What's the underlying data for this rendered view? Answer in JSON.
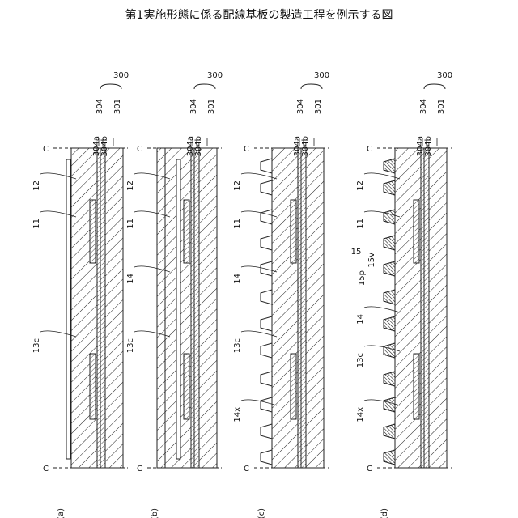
{
  "figure": {
    "title": "第1実施形態に係る配線基板の製造工程を例示する図"
  },
  "panels": [
    {
      "caption": "(a)",
      "cut_label": "C",
      "top_labels": {
        "layer_304": "304",
        "group_300": "300",
        "layer_304a": "304a",
        "layer_304b": "304b",
        "layer_301": "301"
      },
      "side_labels": [
        "12",
        "11",
        "13c"
      ]
    },
    {
      "caption": "(b)",
      "cut_label": "C",
      "top_labels": {
        "layer_304": "304",
        "group_300": "300",
        "layer_304a": "304a",
        "layer_304b": "304b",
        "layer_301": "301"
      },
      "side_labels": [
        "12",
        "11",
        "14",
        "13c"
      ]
    },
    {
      "caption": "(c)",
      "cut_label": "C",
      "top_labels": {
        "layer_304": "304",
        "group_300": "300",
        "layer_304a": "304a",
        "layer_304b": "304b",
        "layer_301": "301"
      },
      "side_labels": [
        "12",
        "11",
        "14",
        "13c",
        "14x"
      ]
    },
    {
      "caption": "(d)",
      "cut_label": "C",
      "top_labels": {
        "layer_304": "304",
        "group_300": "300",
        "layer_304a": "304a",
        "layer_304b": "304b",
        "layer_301": "301"
      },
      "side_labels": [
        "12",
        "11",
        "15",
        "15p",
        "15v",
        "14",
        "13c",
        "14x"
      ]
    }
  ]
}
